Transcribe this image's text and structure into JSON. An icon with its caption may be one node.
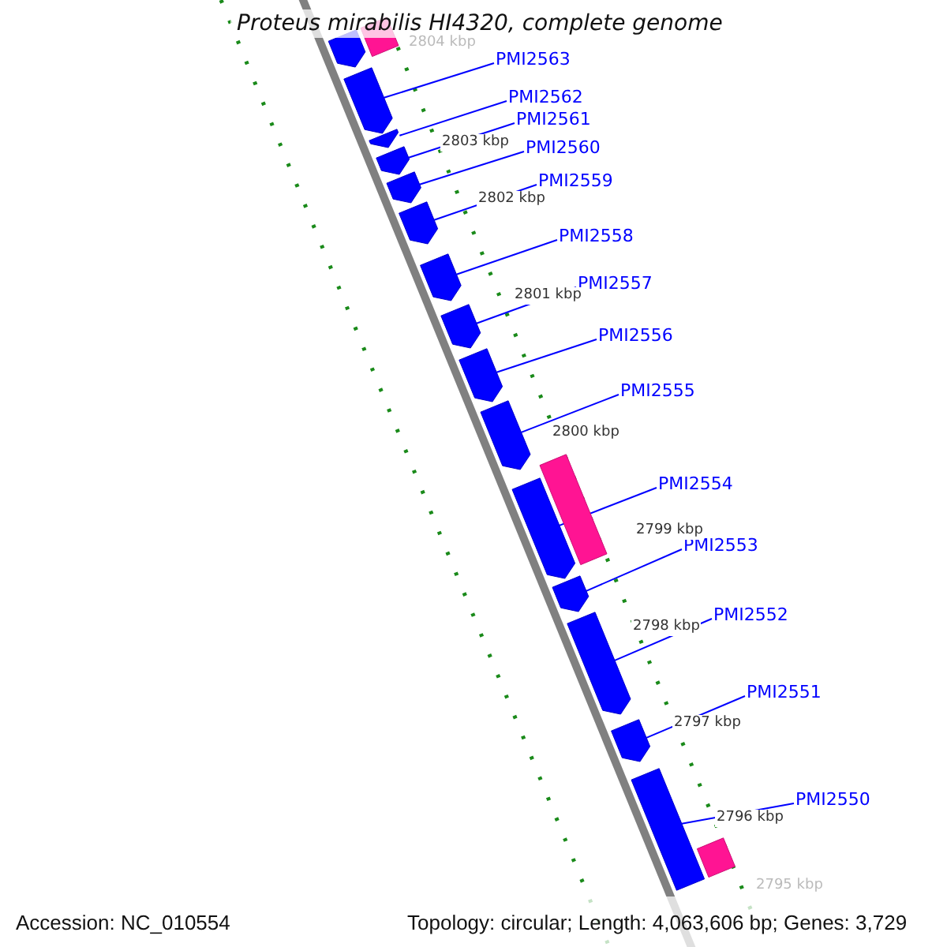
{
  "diagram": {
    "title": "Proteus mirabilis HI4320, complete genome",
    "nodes": [
      {
        "text": [
          "PMI2563"
        ]
      },
      {
        "text": [
          "PMI2562"
        ]
      },
      {
        "text": [
          "PMI2561"
        ]
      },
      {
        "text": [
          "PMI2560"
        ]
      },
      {
        "text": [
          "PMI2559"
        ]
      },
      {
        "text": [
          "PMI2558"
        ]
      },
      {
        "text": [
          "PMI2557"
        ]
      },
      {
        "text": [
          "PMI2556"
        ]
      },
      {
        "text": [
          "PMI2555"
        ]
      },
      {
        "text": [
          "PMI2554"
        ]
      },
      {
        "text": [
          "PMI2553"
        ]
      },
      {
        "text": [
          "PMI2552"
        ]
      },
      {
        "text": [
          "PMI2551"
        ]
      },
      {
        "text": [
          "PMI2550"
        ]
      },
      {
        "text": [],
        "shape": "arrow"
      },
      {
        "text": [],
        "shape": "bar"
      },
      {
        "text": [],
        "shape": "arrow"
      },
      {
        "text": [],
        "shape": "arrow"
      },
      {
        "text": [],
        "shape": "arrow"
      },
      {
        "text": [],
        "shape": "arrow"
      },
      {
        "text": [],
        "shape": "arrow"
      },
      {
        "text": [],
        "shape": "arrow"
      },
      {
        "text": [],
        "shape": "arrow"
      },
      {
        "text": [],
        "shape": "arrow"
      },
      {
        "text": [],
        "shape": "arrow"
      },
      {
        "text": [],
        "shape": "bar"
      },
      {
        "text": [],
        "shape": "arrow"
      },
      {
        "text": [],
        "shape": "arrow"
      },
      {
        "text": [],
        "shape": "arrow"
      },
      {
        "text": [],
        "shape": "arrow"
      },
      {
        "text": [],
        "shape": "arrow"
      },
      {
        "text": [],
        "shape": "bar"
      }
    ],
    "edges": [
      {
        "from": 0,
        "to": 16,
        "arrow": "none"
      },
      {
        "from": 1,
        "to": 17,
        "arrow": "none"
      },
      {
        "from": 2,
        "to": 18,
        "arrow": "none"
      },
      {
        "from": 3,
        "to": 19,
        "arrow": "none"
      },
      {
        "from": 4,
        "to": 20,
        "arrow": "none"
      },
      {
        "from": 5,
        "to": 21,
        "arrow": "none"
      },
      {
        "from": 6,
        "to": 22,
        "arrow": "none"
      },
      {
        "from": 7,
        "to": 23,
        "arrow": "none"
      },
      {
        "from": 8,
        "to": 24,
        "arrow": "none"
      },
      {
        "from": 9,
        "to": 26,
        "arrow": "none"
      },
      {
        "from": 10,
        "to": 27,
        "arrow": "none"
      },
      {
        "from": 11,
        "to": 28,
        "arrow": "none"
      },
      {
        "from": 12,
        "to": 29,
        "arrow": "none"
      },
      {
        "from": 13,
        "to": 30,
        "arrow": "none"
      }
    ],
    "labels": [
      "2804 kbp",
      "2803 kbp",
      "2802 kbp",
      "2801 kbp",
      "2800 kbp",
      "2799 kbp",
      "2798 kbp",
      "2797 kbp",
      "2796 kbp",
      "2795 kbp",
      "Accession: NC_010554",
      "Topology: circular; Length: 4,063,606 bp; Genes: 3,729"
    ]
  }
}
